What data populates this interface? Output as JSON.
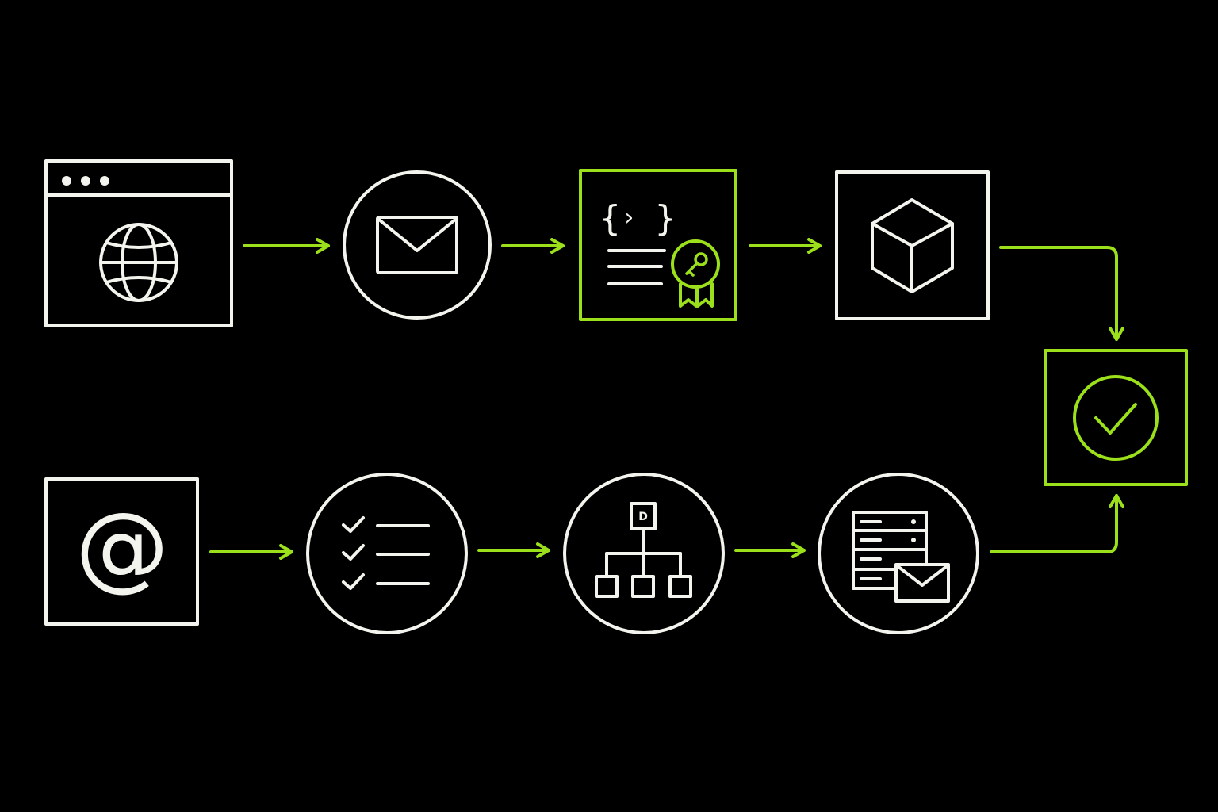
{
  "diagram": {
    "colors": {
      "background": "#000000",
      "node_outline": "#f4f4ee",
      "accent": "#9be01b"
    },
    "flow_top": [
      {
        "id": "website",
        "shape": "square",
        "icon": "browser-globe-icon",
        "accent": false
      },
      {
        "id": "email",
        "shape": "circle",
        "icon": "envelope-icon",
        "accent": false
      },
      {
        "id": "signed-document",
        "shape": "square",
        "icon": "code-certificate-key-icon",
        "accent": true
      },
      {
        "id": "package",
        "shape": "square",
        "icon": "cube-icon",
        "accent": false
      }
    ],
    "flow_bottom": [
      {
        "id": "email-address",
        "shape": "square",
        "icon": "at-sign-icon",
        "accent": false
      },
      {
        "id": "checklist",
        "shape": "circle",
        "icon": "checklist-icon",
        "accent": false
      },
      {
        "id": "hierarchy",
        "shape": "circle",
        "icon": "org-chart-icon",
        "accent": false
      },
      {
        "id": "mail-server",
        "shape": "circle",
        "icon": "server-mail-icon",
        "accent": false
      }
    ],
    "endpoint": {
      "id": "verified",
      "shape": "square",
      "icon": "check-circle-icon",
      "accent": true
    },
    "glyphs": {
      "brace_open": "{",
      "code_chevron": "›",
      "brace_close": "}",
      "at_sign": "@",
      "hierarchy_root_label": "D"
    }
  }
}
